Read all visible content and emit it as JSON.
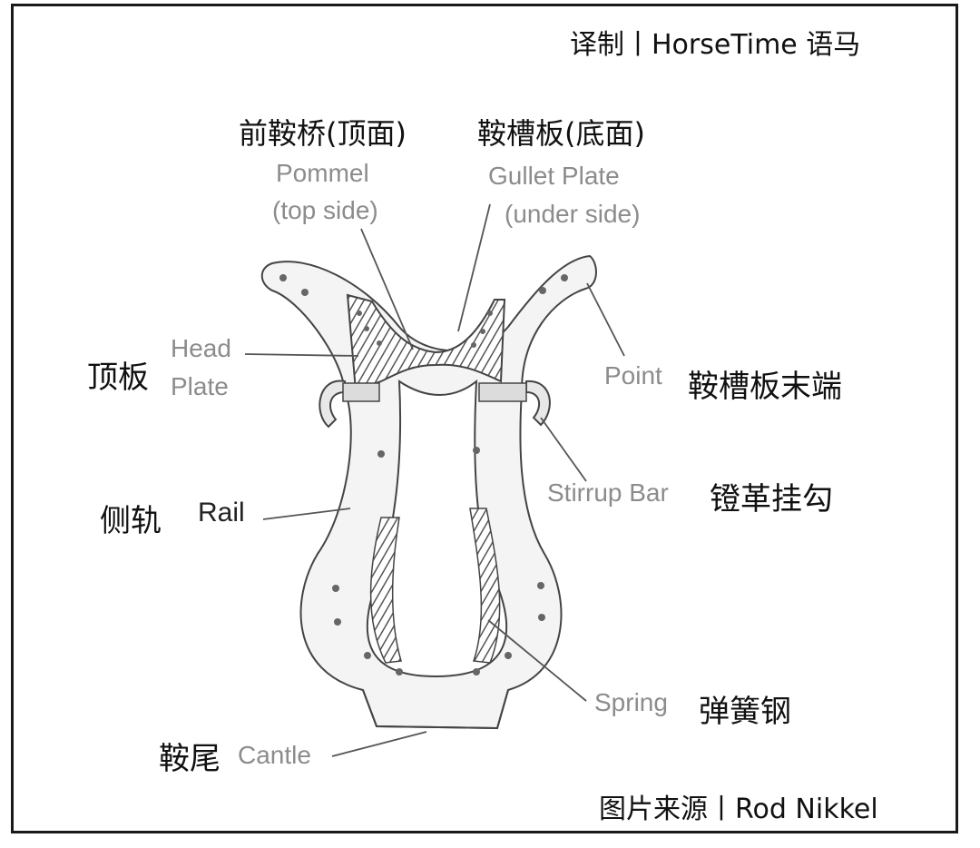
{
  "credits": {
    "translation": "译制丨HorseTime 语马",
    "image_source": "图片来源丨Rod Nikkel"
  },
  "labels": {
    "pommel": {
      "zh": "前鞍桥(顶面)",
      "en_line1": "Pommel",
      "en_line2": "(top side)"
    },
    "gullet_plate": {
      "zh": "鞍槽板(底面)",
      "en_line1": "Gullet Plate",
      "en_line2": "(under side)"
    },
    "head_plate": {
      "zh": "顶板",
      "en_line1": "Head",
      "en_line2": "Plate"
    },
    "point": {
      "en": "Point",
      "zh": "鞍槽板末端"
    },
    "stirrup_bar": {
      "en": "Stirrup Bar",
      "zh": "镫革挂勾"
    },
    "rail": {
      "zh": "侧轨",
      "en": "Rail"
    },
    "spring": {
      "en": "Spring",
      "zh": "弹簧钢"
    },
    "cantle": {
      "zh": "鞍尾",
      "en": "Cantle"
    }
  }
}
